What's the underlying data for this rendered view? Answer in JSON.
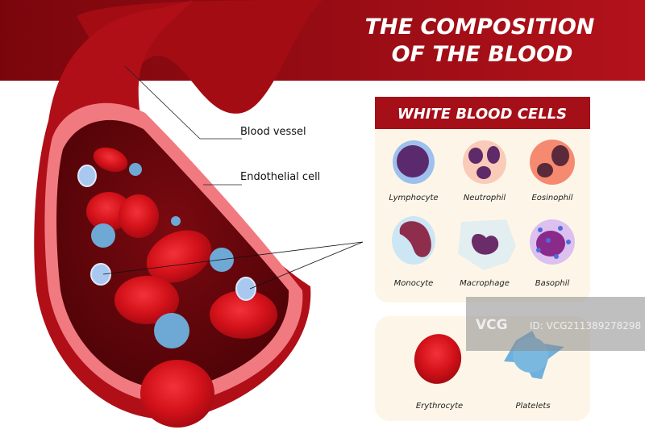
{
  "title": {
    "line1": "THE COMPOSITION",
    "line2": "OF THE BLOOD"
  },
  "labels": {
    "blood_vessel": "Blood vessel",
    "endothelial_cell": "Endothelial cell"
  },
  "white_blood_cells": {
    "heading": "WHITE BLOOD CELLS",
    "cells": [
      "Lymphocyte",
      "Neutrophil",
      "Eosinophil",
      "Monocyte",
      "Macrophage",
      "Basophil"
    ]
  },
  "other_cells": [
    "Erythrocyte",
    "Platelets"
  ],
  "watermark": {
    "brand": "VCG",
    "id": "ID: VCG211389278298"
  },
  "colors": {
    "header_red": "#a50f18",
    "panel_bg": "#fdf6e8",
    "blood_red": "#d0121b",
    "dark_red": "#5a0408"
  }
}
